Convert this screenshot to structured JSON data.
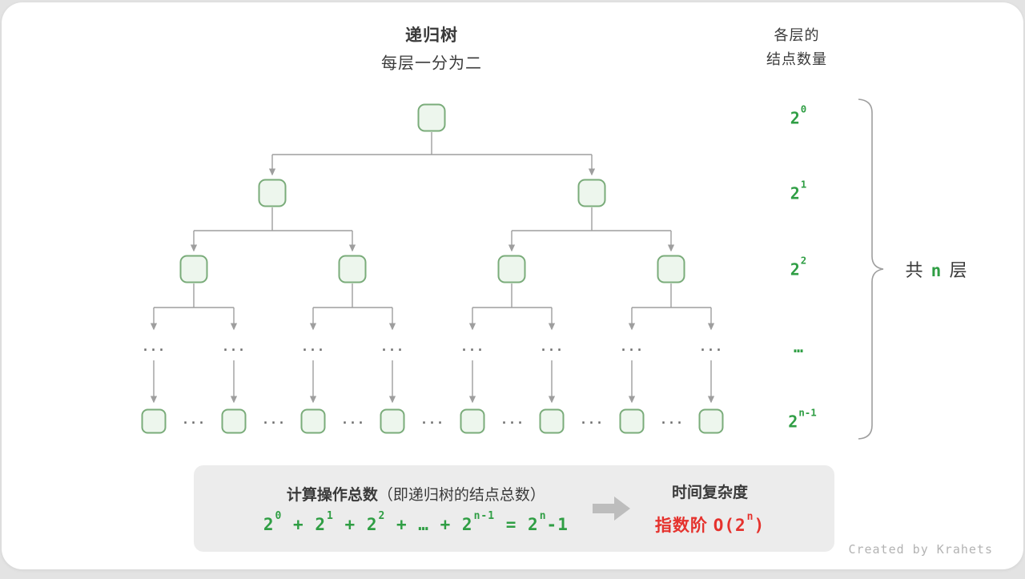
{
  "header": {
    "title": "递归树",
    "subtitle": "每层一分为二",
    "right_title_line1": "各层的",
    "right_title_line2": "结点数量"
  },
  "levels": {
    "l0": {
      "base": "2",
      "exp": "0"
    },
    "l1": {
      "base": "2",
      "exp": "1"
    },
    "l2": {
      "base": "2",
      "exp": "2"
    },
    "l3_dots": "…",
    "l4": {
      "base": "2",
      "exp": "n-1"
    }
  },
  "brace_label": {
    "prefix": "共",
    "n": "n",
    "suffix": "层"
  },
  "tree": {
    "dots": "..."
  },
  "panel": {
    "left_title_bold": "计算操作总数",
    "left_title_rest": "（即递归树的结点总数）",
    "formula": {
      "t0": {
        "base": "2",
        "exp": "0"
      },
      "plus": "+",
      "t1": {
        "base": "2",
        "exp": "1"
      },
      "t2": {
        "base": "2",
        "exp": "2"
      },
      "ellipsis": "…",
      "t3": {
        "base": "2",
        "exp": "n-1"
      },
      "equals": "=",
      "result": {
        "base": "2",
        "exp": "n",
        "tail": "-1"
      }
    },
    "right_title": "时间复杂度",
    "complexity": {
      "label": "指数阶",
      "o_open": "O(2",
      "exp": "n",
      "close": ")"
    }
  },
  "footer": {
    "credit": "Created by Krahets"
  }
}
